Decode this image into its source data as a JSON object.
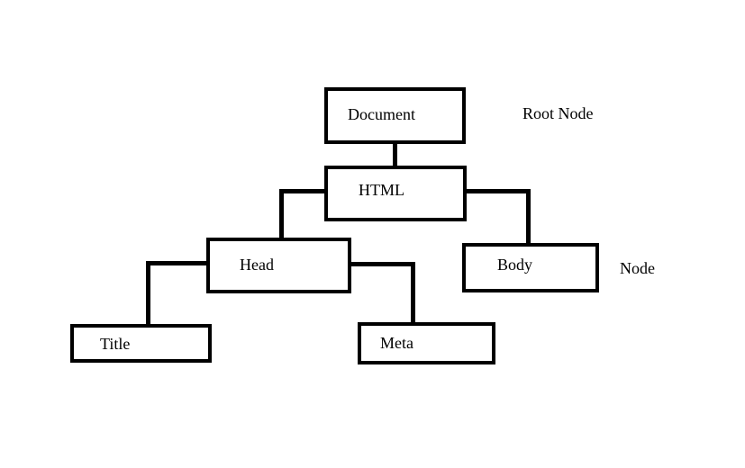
{
  "diagram": {
    "nodes": {
      "document": "Document",
      "html": "HTML",
      "head": "Head",
      "body": "Body",
      "title": "Title",
      "meta": "Meta"
    },
    "annotations": {
      "root": "Root Node",
      "node": "Node"
    },
    "edges": [
      [
        "document",
        "html"
      ],
      [
        "html",
        "head"
      ],
      [
        "html",
        "body"
      ],
      [
        "head",
        "title"
      ],
      [
        "head",
        "meta"
      ]
    ]
  }
}
